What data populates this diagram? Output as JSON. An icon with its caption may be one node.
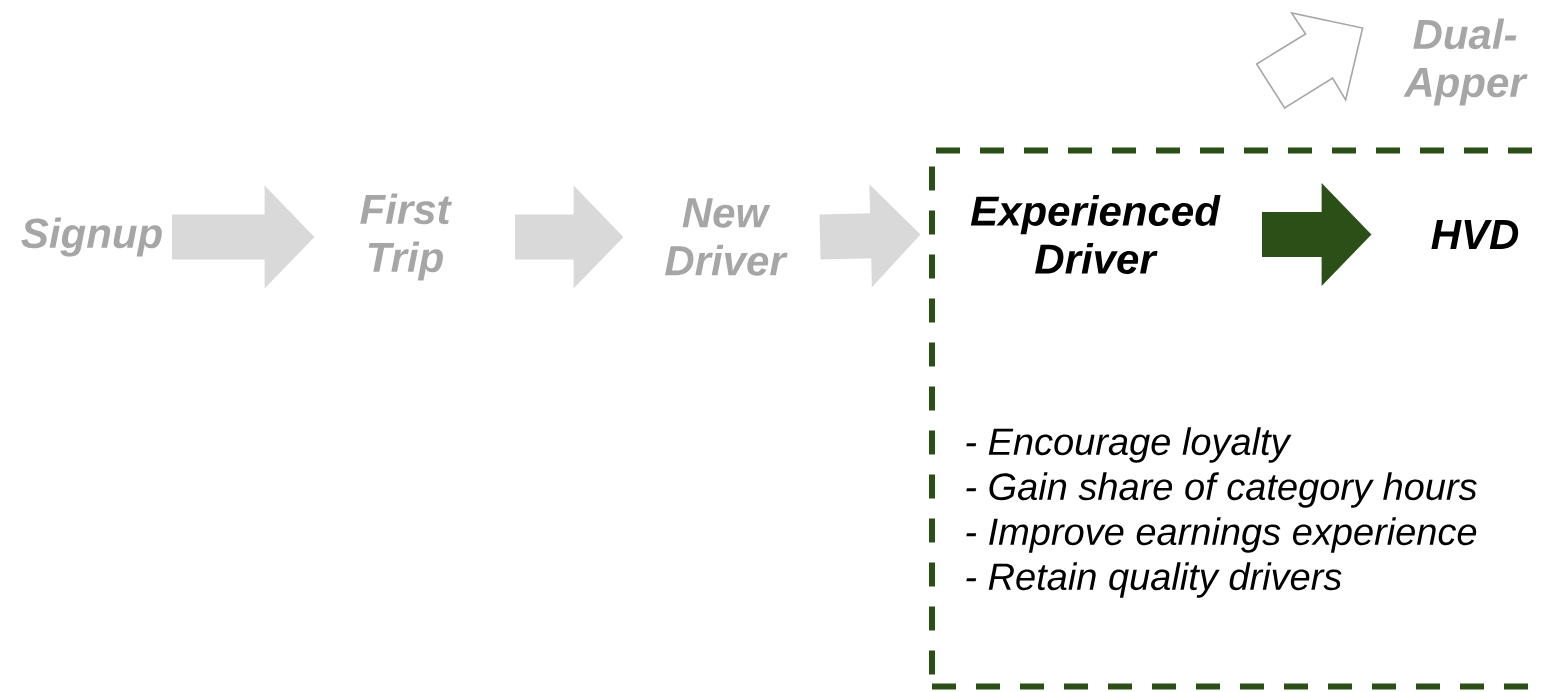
{
  "diagram": {
    "nodes": [
      {
        "text": [
          "Signup"
        ]
      },
      {
        "text": [
          "First Trip"
        ]
      },
      {
        "text": [
          "New Driver"
        ]
      },
      {
        "text": [
          "- Encourage loyalty",
          "- Gain share of category hours",
          "- Improve earnings experience",
          "- Retain quality drivers"
        ]
      },
      {
        "text": [
          "Experienced Driver"
        ],
        "in": 3
      },
      {
        "text": [
          "HVD"
        ],
        "in": 3
      },
      {
        "text": [
          "Dual-Apper"
        ]
      }
    ],
    "edges": [
      {
        "from": 0,
        "to": 1,
        "arrow": "to"
      },
      {
        "from": 1,
        "to": 2,
        "arrow": "to"
      },
      {
        "from": 2,
        "to": 4,
        "arrow": "to"
      },
      {
        "from": 4,
        "to": 5,
        "arrow": "to",
        "color": "#2a5018"
      },
      {
        "from": null,
        "to": 6,
        "arrow": "to",
        "color": "#ffffff"
      }
    ]
  }
}
